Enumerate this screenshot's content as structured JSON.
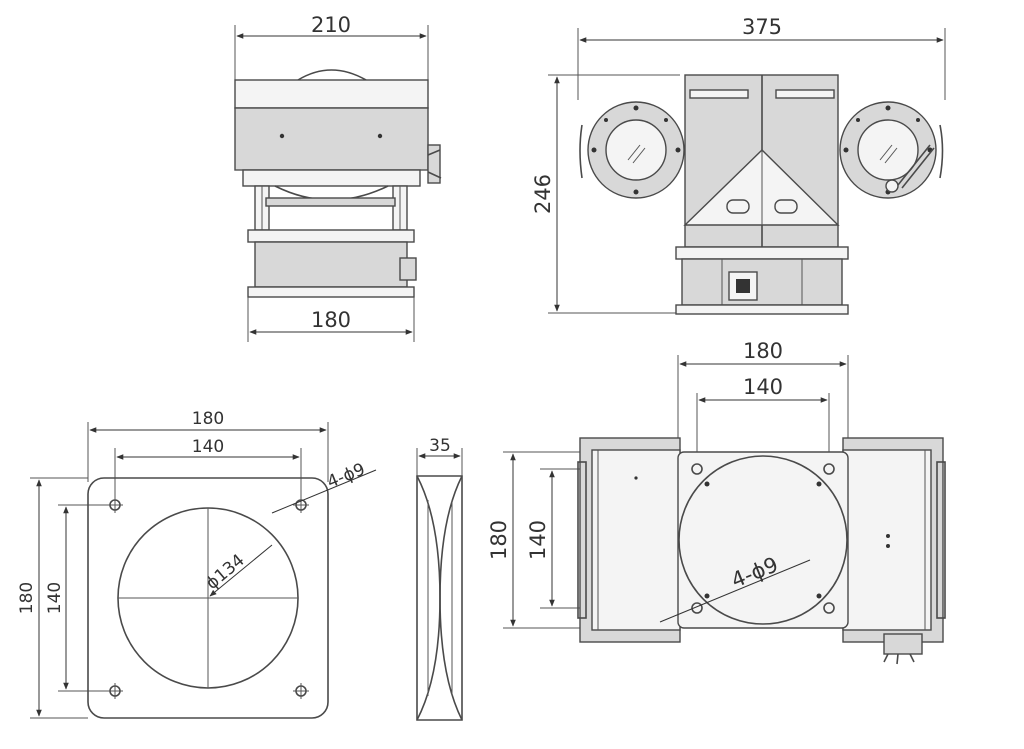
{
  "views": {
    "side": {
      "top_width": "210",
      "base_width": "180"
    },
    "front": {
      "width": "375",
      "height": "246"
    },
    "base_plate": {
      "outer_width": "180",
      "hole_spacing_x": "140",
      "outer_height": "180",
      "hole_spacing_y": "140",
      "hole_callout": "4-ϕ9",
      "center_diameter": "ϕ134"
    },
    "base_section": {
      "thickness": "35"
    },
    "bottom": {
      "outer_width": "180",
      "hole_spacing_x": "140",
      "outer_height": "180",
      "hole_spacing_y": "140",
      "hole_callout": "4-ϕ9"
    }
  }
}
